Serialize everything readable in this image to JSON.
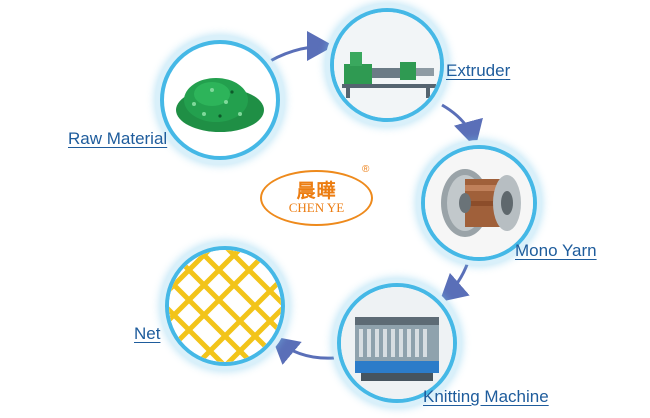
{
  "steps": [
    {
      "label": "Raw Material",
      "image": "green-pellets"
    },
    {
      "label": "Extruder",
      "image": "extruder-machine"
    },
    {
      "label": "Mono Yarn",
      "image": "yarn-spool"
    },
    {
      "label": "Knitting Machine",
      "image": "knitting-machine"
    },
    {
      "label": "Net",
      "image": "yellow-net"
    }
  ],
  "logo": {
    "chinese": "晨曄",
    "english": "CHEN YE",
    "mark": "®"
  },
  "colors": {
    "ring": "#45b8e6",
    "label": "#1e5c9c",
    "arrow": "#5a6fb8",
    "logo": "#ec7d12",
    "net": "#f2c41a",
    "pellets": "#1f8f45"
  }
}
